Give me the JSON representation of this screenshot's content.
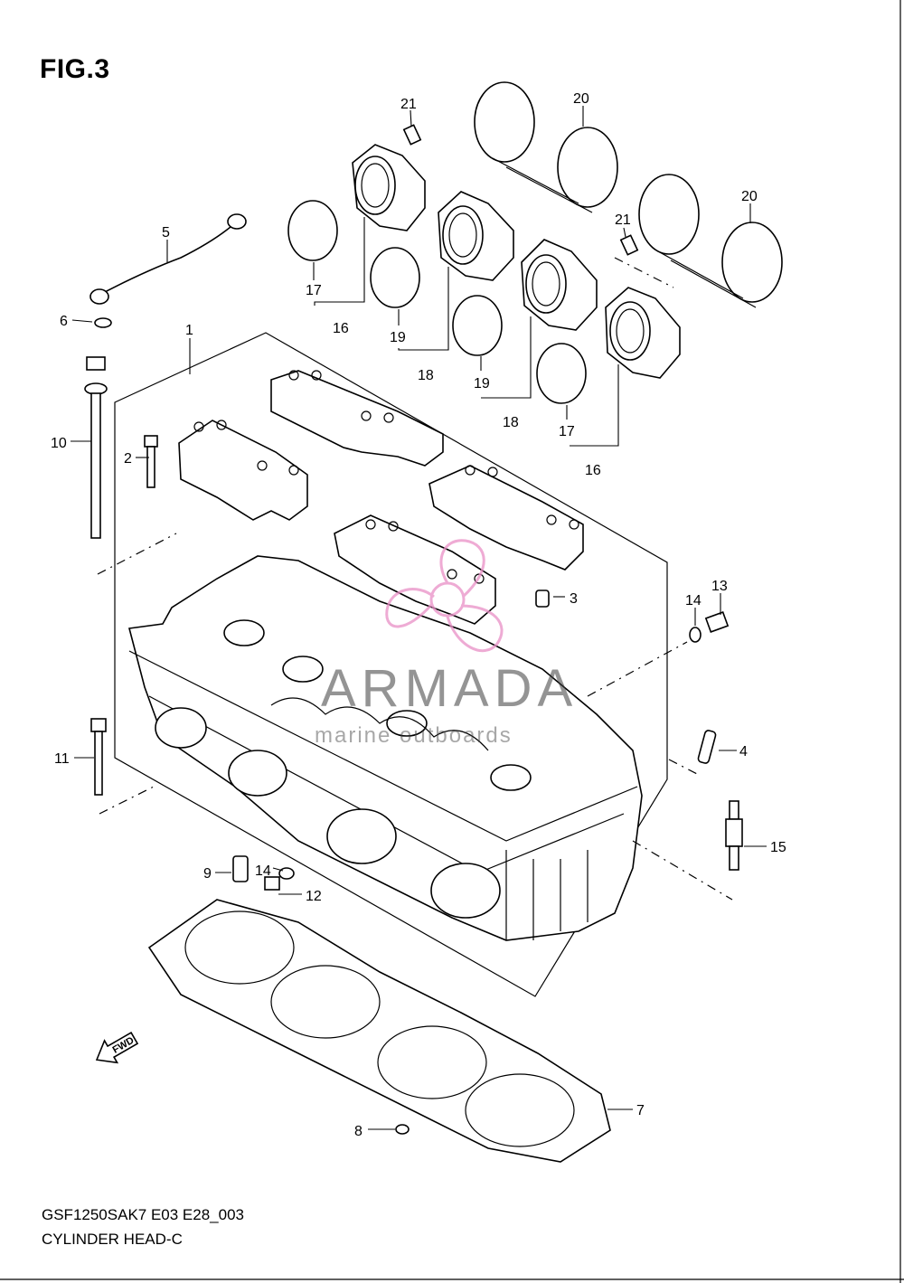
{
  "figure": {
    "title": "FIG.3",
    "model_code": "GSF1250SAK7 E03 E28_003",
    "section_name": "CYLINDER HEAD-C"
  },
  "watermark": {
    "name": "ARMADA",
    "subtitle": "marine outboards",
    "accent_color": "#e98fc6"
  },
  "fwd_arrow": {
    "label": "FWD"
  },
  "callouts": [
    {
      "id": "c21a",
      "num": "21"
    },
    {
      "id": "c20a",
      "num": "20"
    },
    {
      "id": "c20b",
      "num": "20"
    },
    {
      "id": "c21b",
      "num": "21"
    },
    {
      "id": "c5",
      "num": "5"
    },
    {
      "id": "c17a",
      "num": "17"
    },
    {
      "id": "c16a",
      "num": "16"
    },
    {
      "id": "c6",
      "num": "6"
    },
    {
      "id": "c19a",
      "num": "19"
    },
    {
      "id": "c18a",
      "num": "18"
    },
    {
      "id": "c1",
      "num": "1"
    },
    {
      "id": "c19b",
      "num": "19"
    },
    {
      "id": "c18b",
      "num": "18"
    },
    {
      "id": "c17b",
      "num": "17"
    },
    {
      "id": "c16b",
      "num": "16"
    },
    {
      "id": "c10",
      "num": "10"
    },
    {
      "id": "c2",
      "num": "2"
    },
    {
      "id": "c3",
      "num": "3"
    },
    {
      "id": "c14a",
      "num": "14"
    },
    {
      "id": "c13",
      "num": "13"
    },
    {
      "id": "c4",
      "num": "4"
    },
    {
      "id": "c11",
      "num": "11"
    },
    {
      "id": "c15",
      "num": "15"
    },
    {
      "id": "c9",
      "num": "9"
    },
    {
      "id": "c14b",
      "num": "14"
    },
    {
      "id": "c12",
      "num": "12"
    },
    {
      "id": "c7",
      "num": "7"
    },
    {
      "id": "c8",
      "num": "8"
    }
  ]
}
